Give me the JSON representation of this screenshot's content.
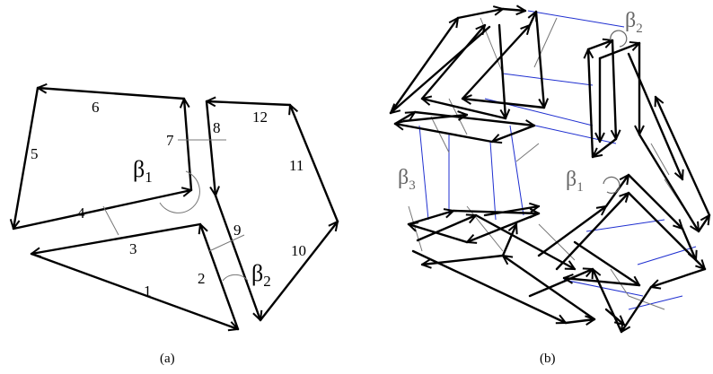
{
  "panel_a": {
    "caption": "(a)",
    "edge_labels": [
      "1",
      "2",
      "3",
      "4",
      "5",
      "6",
      "7",
      "8",
      "9",
      "10",
      "11",
      "12"
    ],
    "angle_labels": [
      {
        "symbol": "β",
        "sub": "1"
      },
      {
        "symbol": "β",
        "sub": "2"
      }
    ]
  },
  "panel_b": {
    "caption": "(b)",
    "angle_labels": [
      {
        "symbol": "β",
        "sub": "2"
      },
      {
        "symbol": "β",
        "sub": "1"
      },
      {
        "symbol": "β",
        "sub": "3"
      }
    ]
  },
  "colors": {
    "edge": "#000000",
    "link": "#1f2fd0",
    "guide": "#777777"
  }
}
